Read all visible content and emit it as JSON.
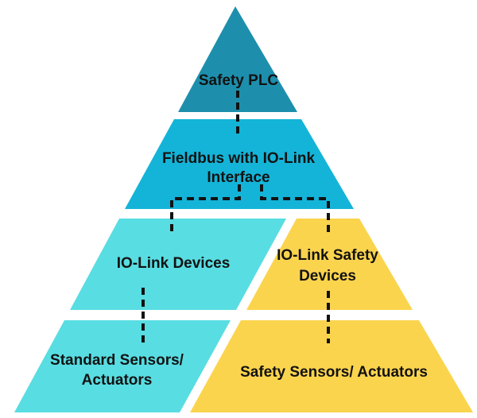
{
  "canvas": {
    "background": "#ffffff"
  },
  "pyramid": {
    "level1": {
      "label": "Safety PLC",
      "fill": "#1d8fad"
    },
    "level2": {
      "label_line1": "Fieldbus with IO-Link",
      "label_line2": "Interface",
      "fill": "#14b4d8"
    },
    "level3_left": {
      "label": "IO-Link Devices",
      "fill": "#58dde2"
    },
    "level3_right": {
      "label_line1": "IO-Link Safety",
      "label_line2": "Devices",
      "fill": "#fbd44e"
    },
    "level4_left": {
      "label_line1": "Standard Sensors/",
      "label_line2": "Actuators",
      "fill": "#58dde2"
    },
    "level4_right": {
      "label": "Safety Sensors/ Actuators",
      "fill": "#fbd44e"
    }
  },
  "connectors": {
    "color": "#121212",
    "style": "dashed"
  },
  "text_color": "#121212"
}
